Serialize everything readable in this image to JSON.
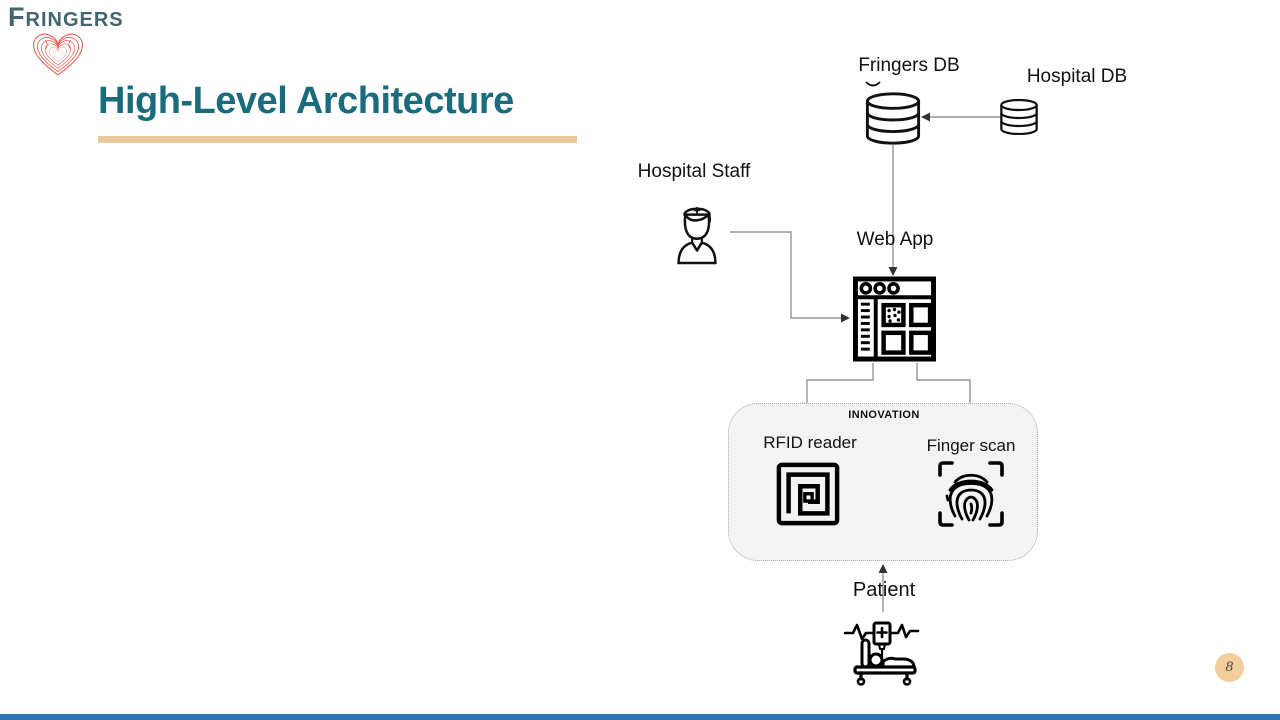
{
  "brand": {
    "logo_initial": "F",
    "logo_rest": "ringers",
    "text_color": "#44656E",
    "heart_color": "#E4574C"
  },
  "title": {
    "text": "High-Level Architecture",
    "color": "#1A6B7C",
    "underline_color": "#E9C79B"
  },
  "diagram": {
    "nodes": {
      "fringers_db": {
        "label": "Fringers DB",
        "icon": "database-icon"
      },
      "hospital_db": {
        "label": "Hospital DB",
        "icon": "database-icon"
      },
      "hospital_staff": {
        "label": "Hospital Staff",
        "icon": "nurse-icon"
      },
      "web_app": {
        "label": "Web App",
        "icon": "browser-window-icon"
      },
      "rfid_reader": {
        "label": "RFID reader",
        "icon": "rfid-tag-icon"
      },
      "finger_scan": {
        "label": "Finger scan",
        "icon": "fingerprint-scan-icon"
      },
      "patient": {
        "label": "Patient",
        "icon": "patient-bed-icon"
      }
    },
    "group": {
      "label": "INNOVATION",
      "contains": [
        "rfid_reader",
        "finger_scan"
      ],
      "fill": "#F3F3F3",
      "border_style": "dotted"
    },
    "edges": [
      {
        "from": "hospital_db",
        "to": "fringers_db"
      },
      {
        "from": "fringers_db",
        "to": "web_app"
      },
      {
        "from": "hospital_staff",
        "to": "web_app"
      },
      {
        "from": "web_app",
        "to": "rfid_reader"
      },
      {
        "from": "web_app",
        "to": "finger_scan"
      },
      {
        "from": "patient",
        "to": "innovation_group"
      }
    ],
    "line_color": "#949494",
    "arrow_color": "#333333"
  },
  "footer": {
    "page_number": "8",
    "page_circle_color": "#F2CE9D",
    "bar_color": "#2E74B5"
  }
}
